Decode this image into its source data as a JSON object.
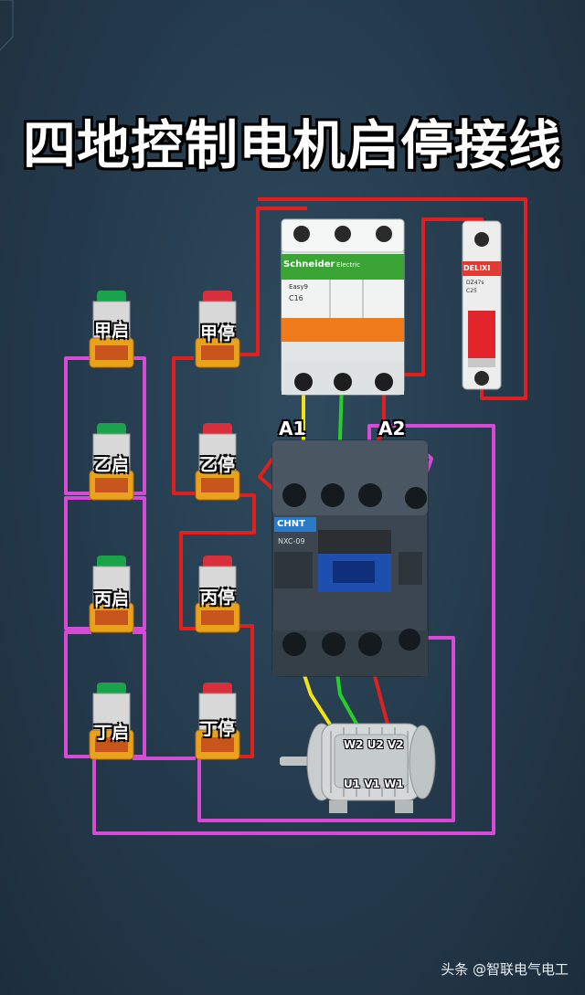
{
  "title": "四地控制电机启停接线",
  "buttons": {
    "start_a": "甲启",
    "stop_a": "甲停",
    "start_b": "乙启",
    "stop_b": "乙停",
    "start_c": "丙启",
    "stop_c": "丙停",
    "start_d": "丁启",
    "stop_d": "丁停"
  },
  "breaker": {
    "brand": "Schneider",
    "brand_sub": "Electric",
    "model": "Easy9",
    "rating": "C16"
  },
  "small_breaker": {
    "brand": "DELIXI",
    "model": "DZ47s",
    "rating": "C25"
  },
  "contactor": {
    "brand": "CHNT",
    "model": "NXC-09",
    "coil_a1": "A1",
    "coil_a2": "A2"
  },
  "motor": {
    "top_terminals": "W2 U2 V2",
    "bottom_terminals": "U1 V1 W1"
  },
  "watermark": "头条 @智联电气电工",
  "colors": {
    "red": "#e0201e",
    "yellow": "#f2e21a",
    "green": "#25d02a",
    "magenta": "#d64bd6",
    "start_cap": "#1aa34a",
    "stop_cap": "#d8303a"
  }
}
